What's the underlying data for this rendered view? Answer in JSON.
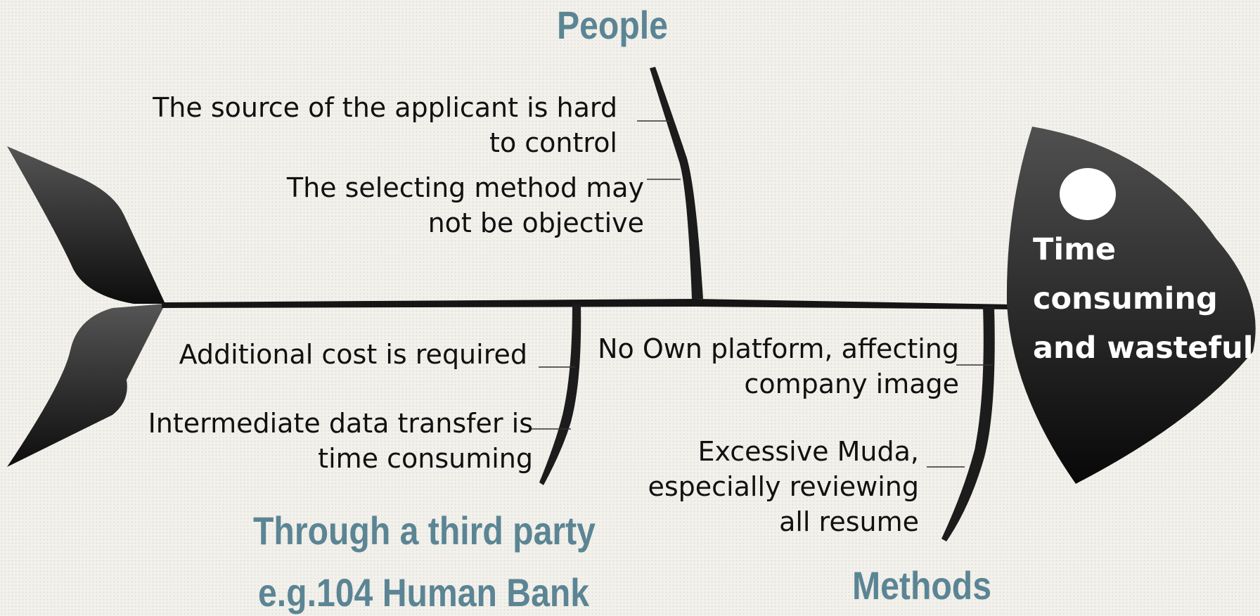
{
  "problem": {
    "lines": [
      "Time",
      "consuming",
      "and wasteful"
    ]
  },
  "categories": {
    "people": "People",
    "third_party": [
      "Through a third party",
      "e.g.104 Human Bank"
    ],
    "methods": "Methods"
  },
  "causes": {
    "people": [
      {
        "lines": [
          "The source of the applicant is hard",
          "to control"
        ]
      },
      {
        "lines": [
          "The selecting method may",
          "not be objective"
        ]
      }
    ],
    "third_party": [
      {
        "lines": [
          "Additional cost is required"
        ]
      },
      {
        "lines": [
          "Intermediate data transfer is",
          "time consuming"
        ]
      }
    ],
    "methods": [
      {
        "lines": [
          "No Own platform, affecting",
          "company image"
        ]
      },
      {
        "lines": [
          "Excessive Muda,",
          "especially reviewing",
          "all resume"
        ]
      }
    ]
  }
}
